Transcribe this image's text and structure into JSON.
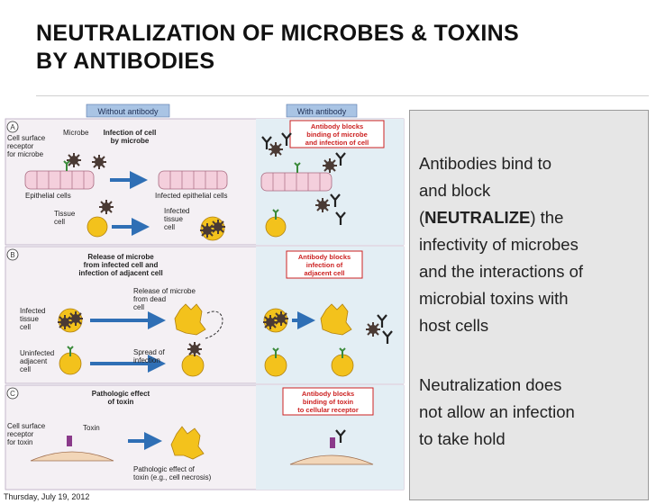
{
  "slide": {
    "title_line1": "NEUTRALIZATION OF MICROBES & TOXINS",
    "title_line2": "BY ANTIBODIES",
    "footer_date": "Thursday, July 19, 2012"
  },
  "text_box": {
    "p1_line1": "Antibodies bind to",
    "p1_line2": "and block",
    "p1_line3_open": "(",
    "p1_line3_bold": "NEUTRALIZE",
    "p1_line3_rest": ") the",
    "p1_line4": "infectivity of microbes",
    "p1_line5": "and the interactions of",
    "p1_line6": "microbial toxins with",
    "p1_line7": "host cells",
    "p2_line1": "Neutralization does",
    "p2_line2": "not allow an infection",
    "p2_line3": "to take hold"
  },
  "figure": {
    "header_without": "Without antibody",
    "header_with": "With antibody",
    "panel_a": {
      "letter": "A",
      "infection_line1": "Infection of cell",
      "infection_line2": "by microbe",
      "receptor_line1": "Cell surface",
      "receptor_line2": "receptor",
      "receptor_line3": "for microbe",
      "microbe": "Microbe",
      "epithelial": "Epithelial cells",
      "infected_epithelial": "Infected epithelial cells",
      "tissue_line1": "Tissue",
      "tissue_line2": "cell",
      "infected_tissue_line1": "Infected",
      "infected_tissue_line2": "tissue",
      "infected_tissue_line3": "cell",
      "blocks_line1": "Antibody blocks",
      "blocks_line2": "binding of microbe",
      "blocks_line3": "and infection of cell"
    },
    "panel_b": {
      "letter": "B",
      "release_line1": "Release of microbe",
      "release_line2": "from infected cell and",
      "release_line3": "infection of adjacent cell",
      "release_dead_line1": "Release of microbe",
      "release_dead_line2": "from dead",
      "release_dead_line3": "cell",
      "infected_line1": "Infected",
      "infected_line2": "tissue",
      "infected_line3": "cell",
      "uninfected_line1": "Uninfected",
      "uninfected_line2": "adjacent",
      "uninfected_line3": "cell",
      "spread_line1": "Spread of",
      "spread_line2": "infection",
      "blocks_line1": "Antibody blocks",
      "blocks_line2": "infection of",
      "blocks_line3": "adjacent cell"
    },
    "panel_c": {
      "letter": "C",
      "patho_line1": "Pathologic effect",
      "patho_line2": "of toxin",
      "receptor_line1": "Cell surface",
      "receptor_line2": "receptor",
      "receptor_line3": "for toxin",
      "toxin": "Toxin",
      "patho_effect_line1": "Pathologic effect of",
      "patho_effect_line2": "toxin (e.g., cell necrosis)",
      "blocks_line1": "Antibody blocks",
      "blocks_line2": "binding of toxin",
      "blocks_line3": "to cellular receptor"
    },
    "colors": {
      "panel_bg": "#f4f0f4",
      "with_bg": "#e3eef4",
      "arrow_blue": "#2f6fb5",
      "header_blue": "#a9c4e4",
      "cell_yellow": "#f3c21c",
      "cell_pink": "#f4cfdc",
      "microbe_dark": "#4a3a34",
      "antibody": "#222222",
      "red_box": "#cc2222",
      "receptor_green": "#3a8a3a"
    }
  }
}
